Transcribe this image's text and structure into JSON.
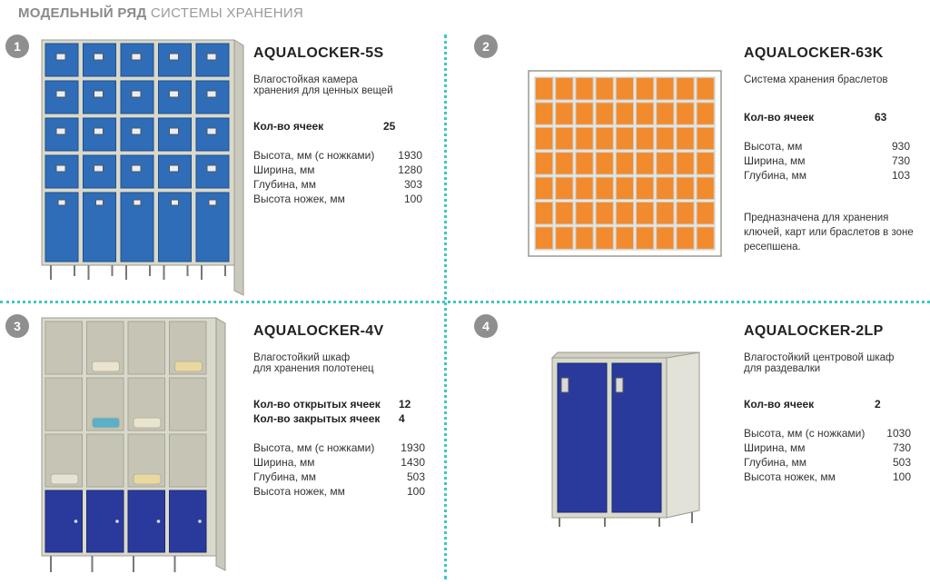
{
  "header": {
    "bold": "МОДЕЛЬНЫЙ РЯД",
    "light": "СИСТЕМЫ ХРАНЕНИЯ"
  },
  "products": [
    {
      "num": "1",
      "title": "AQUALOCKER-5S",
      "desc": [
        "Влагостойкая камера",
        "хранения для ценных вещей"
      ],
      "counts": [
        {
          "label": "Кол-во ячеек",
          "value": "25"
        }
      ],
      "specs": [
        {
          "label": "Высота, мм (с ножками)",
          "value": "1930"
        },
        {
          "label": "Ширина, мм",
          "value": "1280"
        },
        {
          "label": "Глубина, мм",
          "value": "303"
        },
        {
          "label": "Высота ножек, мм",
          "value": "100"
        }
      ]
    },
    {
      "num": "2",
      "title": "AQUALOCKER-63K",
      "desc": [
        "Система хранения браслетов"
      ],
      "counts": [
        {
          "label": "Кол-во ячеек",
          "value": "63"
        }
      ],
      "specs": [
        {
          "label": "Высота, мм",
          "value": "930"
        },
        {
          "label": "Ширина, мм",
          "value": "730"
        },
        {
          "label": "Глубина, мм",
          "value": "103"
        }
      ],
      "note": "Предназначена для хранения ключей, карт или браслетов в зоне ресепшена."
    },
    {
      "num": "3",
      "title": "AQUALOCKER-4V",
      "desc": [
        "Влагостойкий шкаф",
        "для хранения полотенец"
      ],
      "counts": [
        {
          "label": "Кол-во открытых ячеек",
          "value": "12"
        },
        {
          "label": "Кол-во закрытых ячеек",
          "value": "4"
        }
      ],
      "specs": [
        {
          "label": "Высота, мм (с ножками)",
          "value": "1930"
        },
        {
          "label": "Ширина, мм",
          "value": "1430"
        },
        {
          "label": "Глубина, мм",
          "value": "503"
        },
        {
          "label": "Высота ножек, мм",
          "value": "100"
        }
      ]
    },
    {
      "num": "4",
      "title": "AQUALOCKER-2LP",
      "desc": [
        "Влагостойкий центровой шкаф",
        "для раздевалки"
      ],
      "counts": [
        {
          "label": "Кол-во ячеек",
          "value": "2"
        }
      ],
      "specs": [
        {
          "label": "Высота, мм (с ножками)",
          "value": "1030"
        },
        {
          "label": "Ширина, мм",
          "value": "730"
        },
        {
          "label": "Глубина, мм",
          "value": "503"
        },
        {
          "label": "Высота ножек, мм",
          "value": "100"
        }
      ]
    }
  ],
  "colors": {
    "accent": "#3fc6c4",
    "locker_blue": "#2f6db8",
    "door_navy": "#2a3a9c",
    "orange": "#f28a2e",
    "frame": "#d9d9cc"
  }
}
